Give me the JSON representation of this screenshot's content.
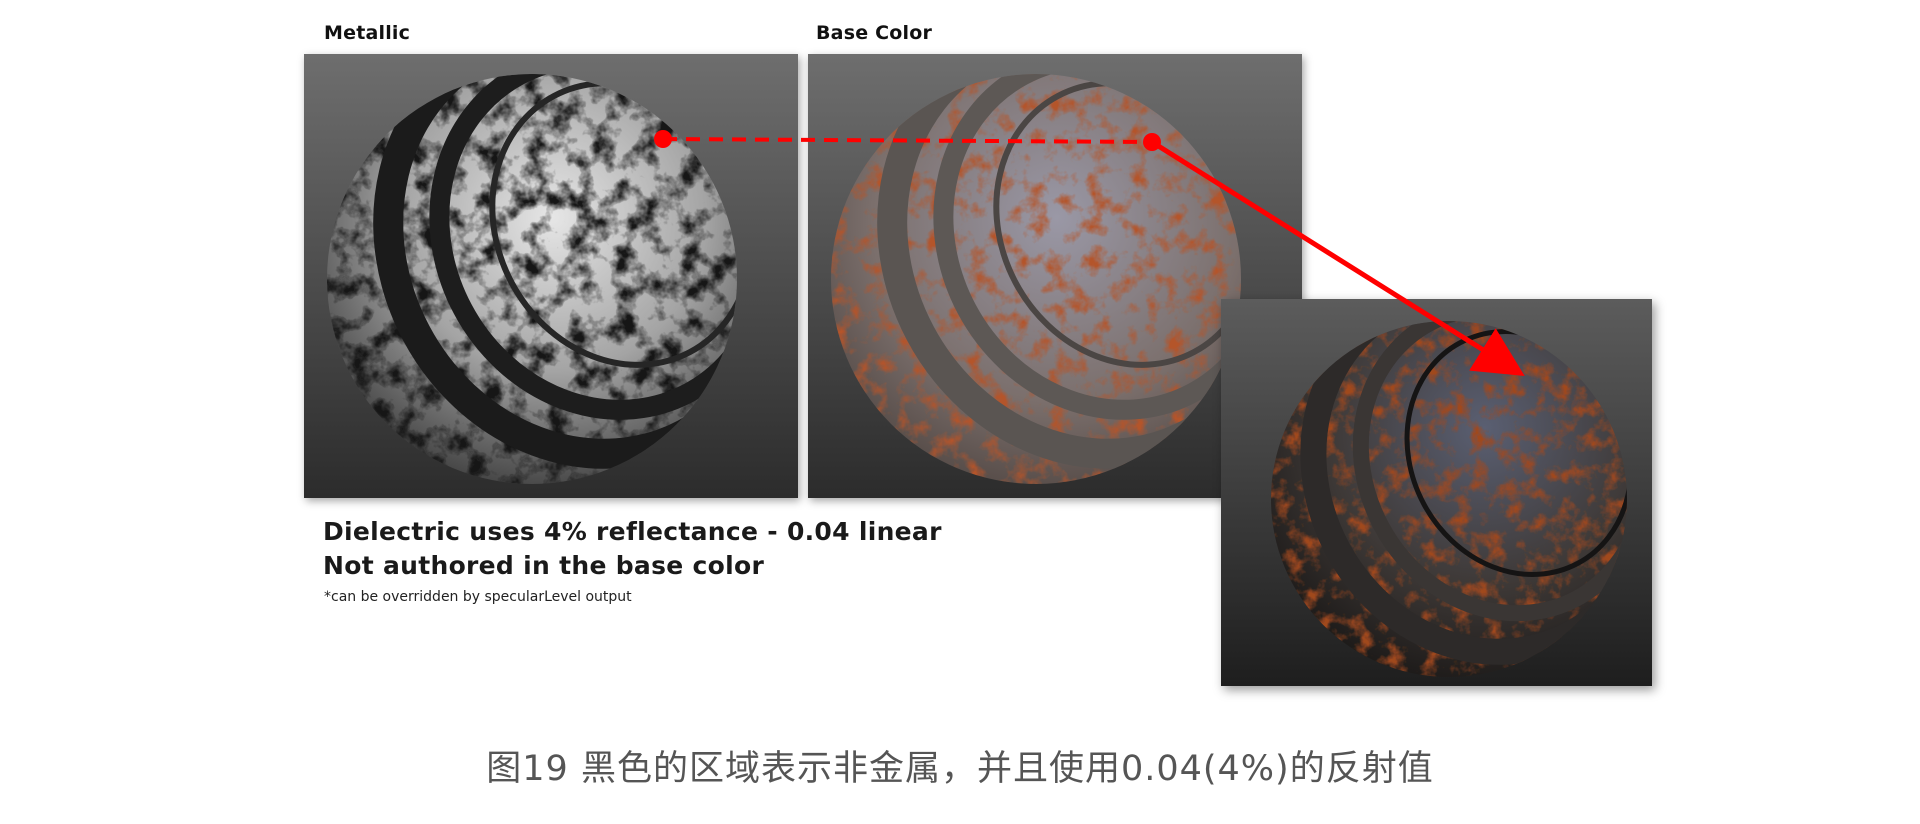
{
  "labels": {
    "metallic": "Metallic",
    "base_color": "Base Color"
  },
  "notes": {
    "line1": "Dielectric uses 4% reflectance - 0.04 linear",
    "line2": "Not authored in the base color",
    "footnote": "*can be overridden by specularLevel output"
  },
  "caption": "图19 黑色的区域表示非金属，并且使用0.04(4%)的反射值",
  "colors": {
    "arrow": "#ff0000",
    "caption": "#555555"
  },
  "icons": {
    "metallic_sphere": "sphere-metallic-mask-icon",
    "basecolor_sphere": "sphere-basecolor-icon",
    "rendered_sphere": "sphere-rendered-icon"
  }
}
